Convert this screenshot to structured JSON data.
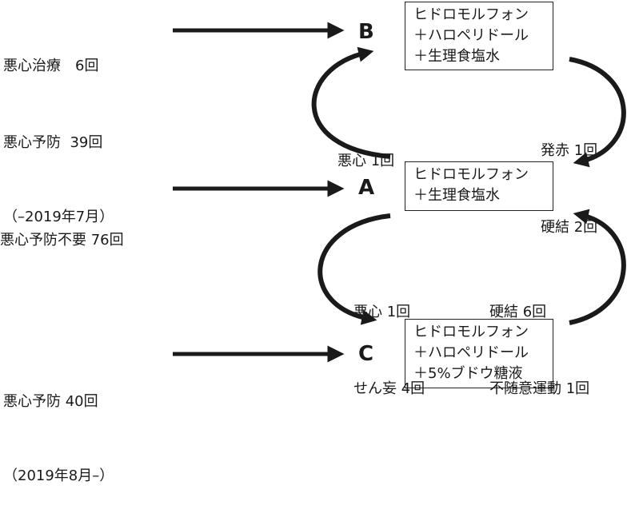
{
  "nodes": {
    "a": {
      "letter": "A",
      "lines": [
        "ヒドロモルフォン",
        "＋生理食塩水"
      ]
    },
    "b": {
      "letter": "B",
      "lines": [
        "ヒドロモルフォン",
        "＋ハロペリドール",
        "＋生理食塩水"
      ]
    },
    "c": {
      "letter": "C",
      "lines": [
        "ヒドロモルフォン",
        "＋ハロペリドール",
        "＋5%ブドウ糖液"
      ]
    }
  },
  "inputs": {
    "to_b": [
      "悪心治療　6回",
      "悪心予防  39回",
      "（–2019年7月）"
    ],
    "to_a": [
      "悪心予防不要 76回"
    ],
    "to_c": [
      "悪心予防 40回",
      "（2019年8月–）"
    ]
  },
  "transitions": {
    "a_to_b": [
      "悪心 1回"
    ],
    "b_to_a": [
      "発赤 1回",
      "硬結 2回"
    ],
    "a_to_c": [
      "悪心 1回",
      "せん妄 4回"
    ],
    "c_to_a": [
      "硬結 6回",
      "不随意運動 1回"
    ]
  },
  "colors": {
    "arrow": "#1a1a1a"
  }
}
